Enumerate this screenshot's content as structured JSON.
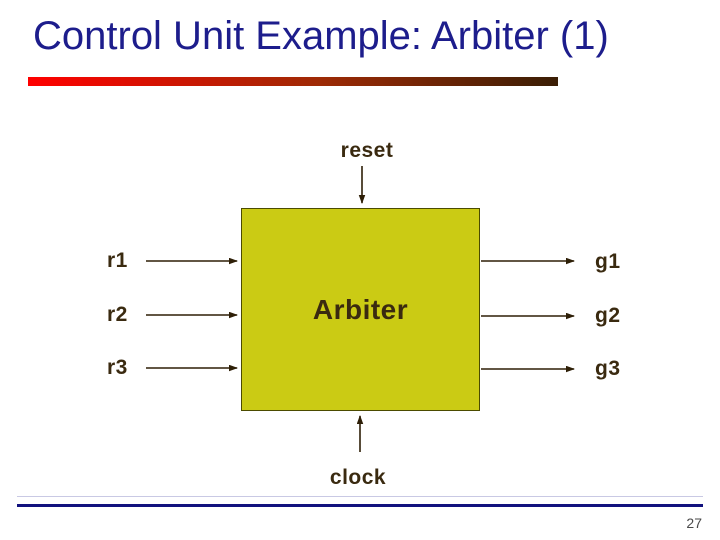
{
  "slide": {
    "title": "Control Unit Example: Arbiter (1)",
    "page_number": "27"
  },
  "diagram": {
    "block_label": "Arbiter",
    "top_input": "reset",
    "bottom_input": "clock",
    "inputs": [
      "r1",
      "r2",
      "r3"
    ],
    "outputs": [
      "g1",
      "g2",
      "g3"
    ]
  },
  "colors": {
    "title_color": "#1d1d8c",
    "label_color": "#3a2a10",
    "arrow_color": "#2e1f07",
    "block_fill": "#cbcb14",
    "block_border": "#4b4b00",
    "underline_start": "#ff0000",
    "underline_mid": "#9e2a05",
    "underline_end": "#3a1e05",
    "footer_line": "#11117e",
    "footer_line_light": "#c9c9e4",
    "page_number_color": "#4a4a4a",
    "bg": "#ffffff"
  }
}
